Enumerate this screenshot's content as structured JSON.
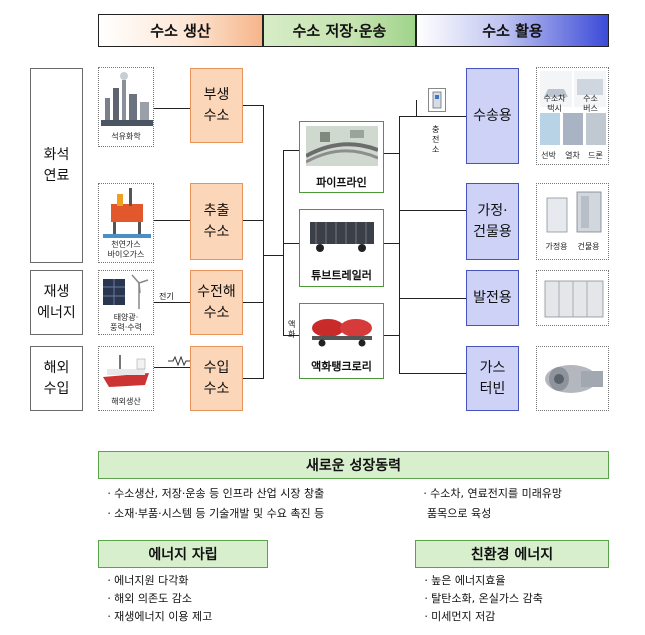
{
  "header": {
    "production": "수소 생산",
    "storage": "수소 저장·운송",
    "usage": "수소 활용"
  },
  "sources": [
    {
      "label": "화석\n연료"
    },
    {
      "label": "재생\n에너지"
    },
    {
      "label": "해외\n수입"
    }
  ],
  "source_images": [
    {
      "caption": "석유화학"
    },
    {
      "caption": "천연가스\n바이오가스"
    },
    {
      "caption": "태양광·\n풍력·수력"
    },
    {
      "caption": "해외생산"
    }
  ],
  "production": [
    {
      "label": "부생\n수소"
    },
    {
      "label": "추출\n수소"
    },
    {
      "label": "수전해\n수소"
    },
    {
      "label": "수입\n수소"
    }
  ],
  "connector_labels": {
    "electricity": "전기",
    "liquefaction": "액\n화",
    "charging_station": "충\n전\n소"
  },
  "storage": [
    {
      "label": "파이프라인"
    },
    {
      "label": "튜브트레일러"
    },
    {
      "label": "액화탱크로리"
    }
  ],
  "usage": [
    {
      "label": "수송용"
    },
    {
      "label": "가정·\n건물용"
    },
    {
      "label": "발전용"
    },
    {
      "label": "가스\n터빈"
    }
  ],
  "transport_images": [
    "수소차\n택시",
    "수소\n버스",
    "선박",
    "열차",
    "드론"
  ],
  "building_images": [
    "가정용",
    "건물용"
  ],
  "growth": {
    "title": "새로운 성장동력",
    "left_bullets": [
      "ㆍ수소생산, 저장·운송 등 인프라 산업 시장 창출",
      "ㆍ소재·부품·시스템 등 기술개발 및 수요 촉진 등"
    ],
    "right_bullets": [
      "ㆍ수소차, 연료전지를 미래유망",
      "  품목으로 육성"
    ]
  },
  "energy_independence": {
    "title": "에너지 자립",
    "bullets": [
      "ㆍ에너지원 다각화",
      "ㆍ해외 의존도 감소",
      "ㆍ재생에너지 이용 제고"
    ]
  },
  "eco_energy": {
    "title": "친환경 에너지",
    "bullets": [
      "ㆍ높은 에너지효율",
      "ㆍ탈탄소화, 온실가스 감축",
      "ㆍ미세먼지 저감"
    ]
  },
  "colors": {
    "production": "#fcd6b8",
    "storage_border": "#4a9a3a",
    "usage": "#cdd2f6",
    "green_box": "#d8efcd"
  }
}
